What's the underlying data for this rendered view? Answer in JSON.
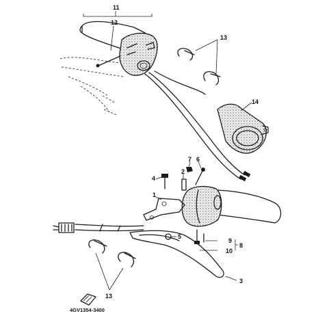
{
  "diagram": {
    "callouts": {
      "c11": "11",
      "c12": "12",
      "c13_top": "13",
      "c14": "14",
      "c7": "7",
      "c6": "6",
      "c4": "4",
      "c2": "2",
      "c1": "1",
      "c5": "5",
      "c9": "9",
      "c8": "8",
      "c10": "10",
      "c3": "3",
      "c13_bottom": "13"
    },
    "part_code": "4GV1354-3400"
  }
}
